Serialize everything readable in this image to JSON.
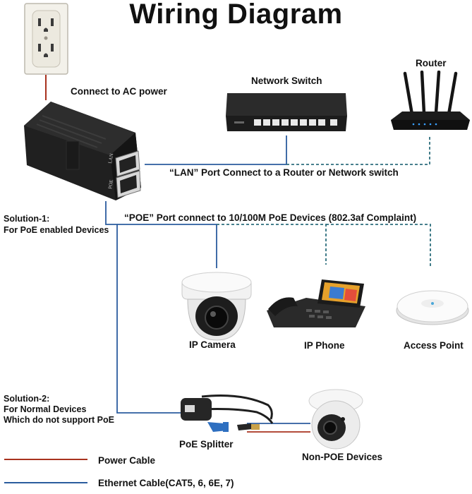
{
  "title": "Wiring Diagram",
  "labels": {
    "ac_power": "Connect to AC power",
    "network_switch": "Network Switch",
    "router": "Router",
    "lan_port": "“LAN” Port Connect to a Router or Network switch",
    "poe_port": "“POE” Port connect to 10/100M PoE Devices (802.3af Complaint)",
    "ip_camera": "IP Camera",
    "ip_phone": "IP Phone",
    "access_point": "Access Point",
    "poe_splitter": "PoE Splitter",
    "non_poe_devices": "Non-POE Devices"
  },
  "solutions": [
    {
      "heading": "Solution-1:",
      "lines": [
        "For PoE enabled Devices"
      ]
    },
    {
      "heading": "Solution-2:",
      "lines": [
        "For Normal Devices",
        "Which do not support PoE"
      ]
    }
  ],
  "injector_ports": {
    "lan": "LAN",
    "poe": "POE"
  },
  "legend": [
    {
      "label": "Power Cable",
      "color": "#a8321e"
    },
    {
      "label": "Ethernet Cable(CAT5, 6, 6E, 7)",
      "color": "#2b5c9e"
    }
  ],
  "colors": {
    "power": "#a8321e",
    "ethernet": "#2b5c9e",
    "dashed": "#2e6f7e"
  }
}
